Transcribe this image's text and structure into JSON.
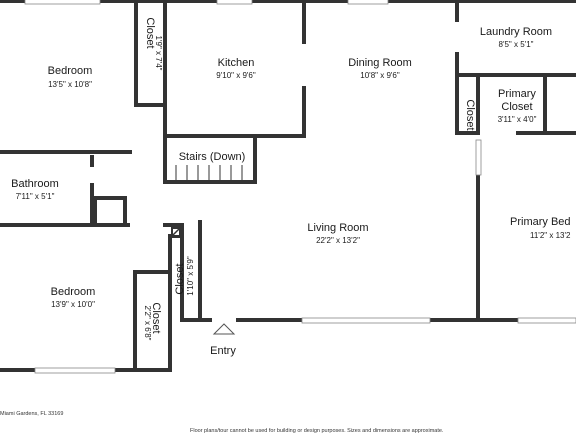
{
  "rooms": {
    "bedroom_top": {
      "name": "Bedroom",
      "dims": "13'5\" x 10'8\""
    },
    "closet_top": {
      "name": "Closet",
      "dims": "1'9\" x 7'4\""
    },
    "kitchen": {
      "name": "Kitchen",
      "dims": "9'10\" x 9'6\""
    },
    "dining": {
      "name": "Dining Room",
      "dims": "10'8\" x 9'6\""
    },
    "laundry": {
      "name": "Laundry Room",
      "dims": "8'5\" x 5'1\""
    },
    "closet_small": {
      "name": "Closet"
    },
    "primary_closet": {
      "name": "Primary Closet",
      "dims": "3'11\" x 4'0\""
    },
    "stairs": {
      "name": "Stairs (Down)"
    },
    "bathroom": {
      "name": "Bathroom",
      "dims": "7'11\" x 5'1\""
    },
    "living": {
      "name": "Living Room",
      "dims": "22'2\" x 13'2\""
    },
    "primary_bed": {
      "name": "Primary Bed",
      "dims": "11'2\" x 13'2"
    },
    "closet_mid": {
      "name": "Closet",
      "dims": "1'10\" x 5'9\""
    },
    "bedroom_bottom": {
      "name": "Bedroom",
      "dims": "13'9\" x 10'0\""
    },
    "closet_bottom": {
      "name": "Closet",
      "dims": "2'2\" x 6'8\""
    }
  },
  "entry_label": "Entry",
  "footer": {
    "address": "Miami Gardens, FL 33169",
    "disclaimer": "Floor plans/tour cannot be used for building or design purposes. Sizes and dimensions are approximate."
  }
}
